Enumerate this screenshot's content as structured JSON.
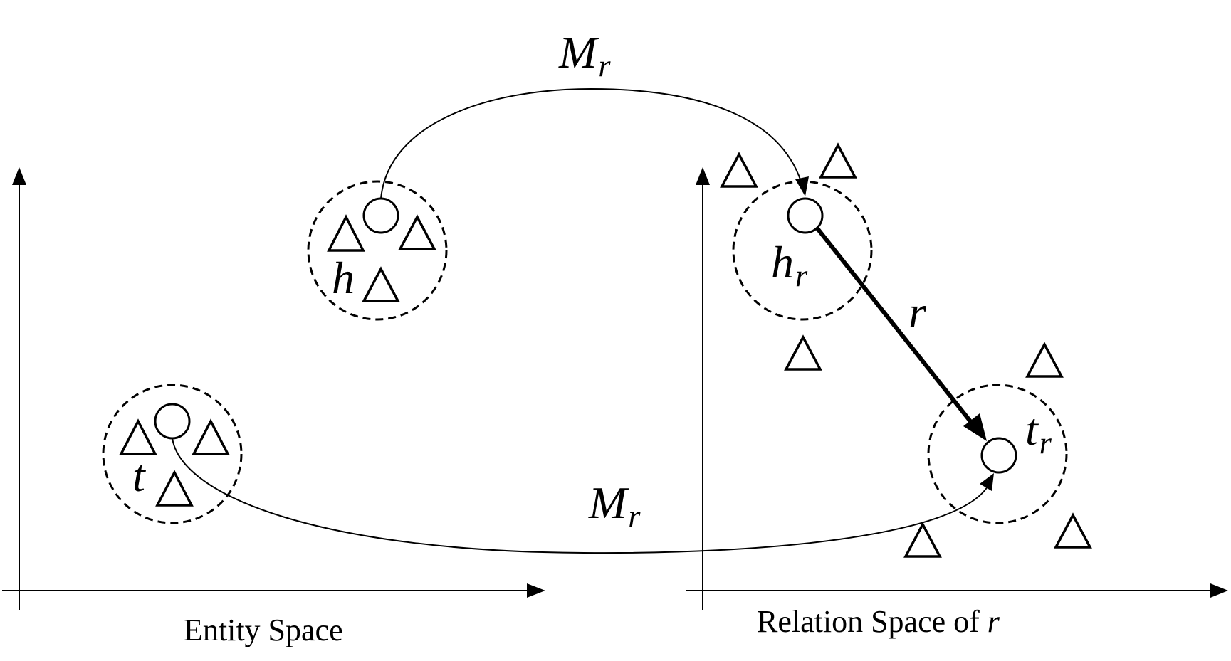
{
  "diagram": {
    "entity_space": {
      "caption": "Entity Space",
      "head_label": "h",
      "tail_label": "t"
    },
    "relation_space": {
      "caption_prefix": "Relation Space of ",
      "caption_var": "r",
      "head_label_base": "h",
      "head_label_sub": "r",
      "tail_label_base": "t",
      "tail_label_sub": "r",
      "relation_label": "r"
    },
    "projection_top": {
      "base": "M",
      "sub": "r"
    },
    "projection_bottom": {
      "base": "M",
      "sub": "r"
    },
    "colors": {
      "ink": "#000000",
      "background": "#ffffff"
    }
  }
}
